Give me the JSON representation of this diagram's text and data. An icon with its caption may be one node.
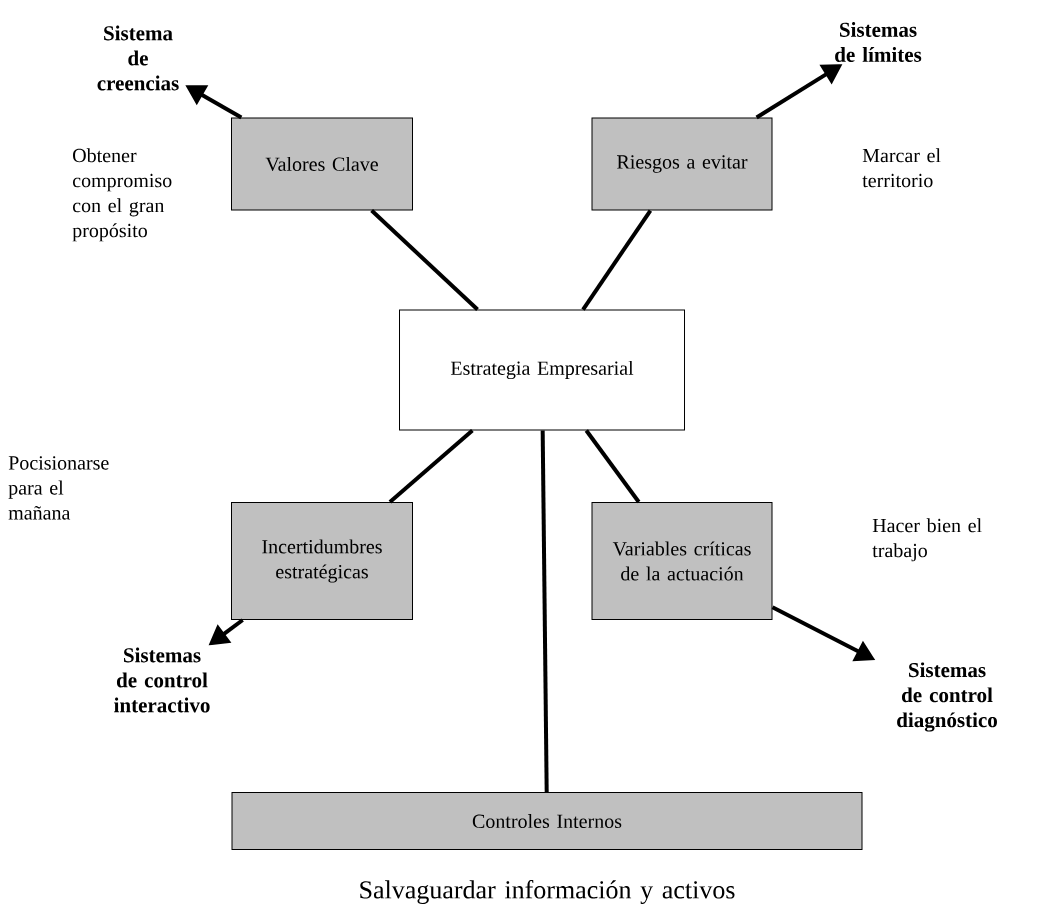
{
  "diagram": {
    "nodes": [
      {
        "text": [
          "Sistema de creencias"
        ]
      },
      {
        "text": [
          "Sistemas de límites"
        ]
      },
      {
        "text": [
          "Valores Clave"
        ],
        "beside": [
          "Obtener compromiso con el gran propósito"
        ]
      },
      {
        "text": [
          "Riesgos a evitar"
        ]
      },
      {
        "text": [
          "Estrategia Empresarial"
        ]
      },
      {
        "text": [
          "Incertidumbres estratégicas"
        ]
      },
      {
        "text": [
          "Variables críticas de la actuación"
        ]
      },
      {
        "text": [
          "Sistemas de control interactivo"
        ]
      },
      {
        "text": [
          "Sistemas de control diagnóstico"
        ]
      },
      {
        "text": [
          "Controles Internos"
        ],
        "beside": [
          "Salvaguardar información y activos"
        ]
      }
    ],
    "edges": [
      {
        "from": 2,
        "to": 0,
        "arrow": "to"
      },
      {
        "from": 3,
        "to": 1,
        "arrow": "to"
      },
      {
        "from": 4,
        "to": 2,
        "arrow": "none"
      },
      {
        "from": 4,
        "to": 3,
        "arrow": "none"
      },
      {
        "from": 4,
        "to": 5,
        "arrow": "none"
      },
      {
        "from": 4,
        "to": 6,
        "arrow": "none"
      },
      {
        "from": 4,
        "to": 9,
        "arrow": "none"
      },
      {
        "from": 5,
        "to": 7,
        "arrow": "to"
      },
      {
        "from": 6,
        "to": 8,
        "arrow": "to"
      }
    ],
    "labels": [
      "Marcar el territorio",
      "Pocisionarse para el mañana",
      "Hacer bien el trabajo"
    ]
  }
}
